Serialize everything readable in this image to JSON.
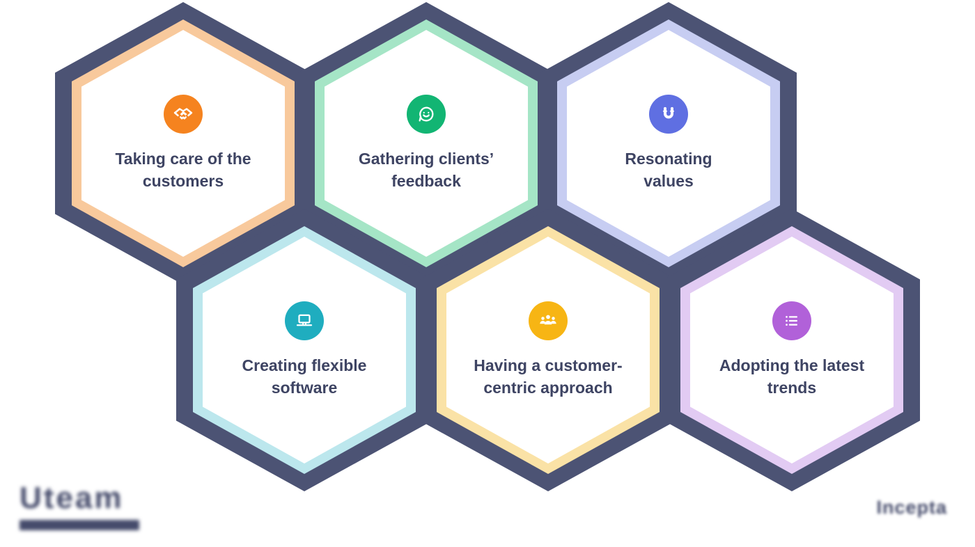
{
  "colors": {
    "cluster_background": "#4C5374",
    "title_text": "#3E4463",
    "hex_face": "#FFFFFF",
    "page_background": "#FFFFFF"
  },
  "cells": [
    {
      "name": "taking-care-of-the-customers",
      "icon": "handshake-icon",
      "icon_bg": "#F5831F",
      "border": "#F8C99C",
      "line1": "Taking care of the",
      "line2": "customers"
    },
    {
      "name": "gathering-clients-feedback",
      "icon": "chat-smiley-icon",
      "icon_bg": "#12B573",
      "border": "#A5E5C6",
      "line1": "Gathering clients’",
      "line2": "feedback"
    },
    {
      "name": "resonating-values",
      "icon": "magnet-icon",
      "icon_bg": "#5F6FE2",
      "border": "#C7CDF2",
      "line1": "Resonating",
      "line2": "values"
    },
    {
      "name": "creating-flexible-software",
      "icon": "laptop-icon",
      "icon_bg": "#1FADBF",
      "border": "#BCE7ED",
      "line1": "Creating flexible",
      "line2": "software"
    },
    {
      "name": "having-a-customer-centric-approach",
      "icon": "people-icon",
      "icon_bg": "#F7B514",
      "border": "#FAE2A6",
      "line1": "Having a customer-",
      "line2": "centric approach"
    },
    {
      "name": "adopting-the-latest-trends",
      "icon": "list-icon",
      "icon_bg": "#B161D9",
      "border": "#E2CBF3",
      "line1": "Adopting the latest",
      "line2": "trends"
    }
  ],
  "footer": {
    "left_logo_text": "Uteam",
    "right_logo_text": "Incepta"
  }
}
